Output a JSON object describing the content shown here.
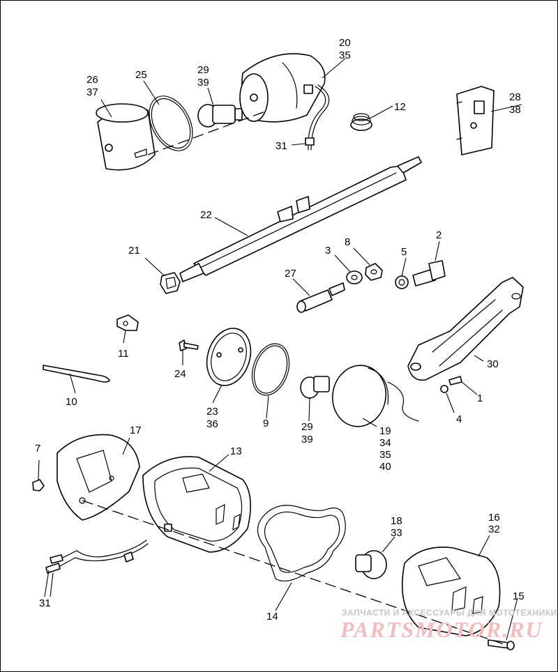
{
  "labels": [
    {
      "id": "20",
      "text": "20"
    },
    {
      "id": "35a",
      "text": "35"
    },
    {
      "id": "26",
      "text": "26"
    },
    {
      "id": "37",
      "text": "37"
    },
    {
      "id": "25",
      "text": "25"
    },
    {
      "id": "29a",
      "text": "29"
    },
    {
      "id": "39a",
      "text": "39"
    },
    {
      "id": "12",
      "text": "12"
    },
    {
      "id": "28",
      "text": "28"
    },
    {
      "id": "38",
      "text": "38"
    },
    {
      "id": "31a",
      "text": "31"
    },
    {
      "id": "22",
      "text": "22"
    },
    {
      "id": "21",
      "text": "21"
    },
    {
      "id": "3",
      "text": "3"
    },
    {
      "id": "8",
      "text": "8"
    },
    {
      "id": "5",
      "text": "5"
    },
    {
      "id": "2",
      "text": "2"
    },
    {
      "id": "27",
      "text": "27"
    },
    {
      "id": "11",
      "text": "11"
    },
    {
      "id": "24",
      "text": "24"
    },
    {
      "id": "10",
      "text": "10"
    },
    {
      "id": "23",
      "text": "23"
    },
    {
      "id": "36",
      "text": "36"
    },
    {
      "id": "9",
      "text": "9"
    },
    {
      "id": "29b",
      "text": "29"
    },
    {
      "id": "39b",
      "text": "39"
    },
    {
      "id": "19",
      "text": "19"
    },
    {
      "id": "34",
      "text": "34"
    },
    {
      "id": "35b",
      "text": "35"
    },
    {
      "id": "40",
      "text": "40"
    },
    {
      "id": "30",
      "text": "30"
    },
    {
      "id": "1",
      "text": "1"
    },
    {
      "id": "4",
      "text": "4"
    },
    {
      "id": "7",
      "text": "7"
    },
    {
      "id": "17",
      "text": "17"
    },
    {
      "id": "13",
      "text": "13"
    },
    {
      "id": "18",
      "text": "18"
    },
    {
      "id": "33",
      "text": "33"
    },
    {
      "id": "16",
      "text": "16"
    },
    {
      "id": "32",
      "text": "32"
    },
    {
      "id": "15",
      "text": "15"
    },
    {
      "id": "14",
      "text": "14"
    },
    {
      "id": "31b",
      "text": "31"
    }
  ],
  "watermark": {
    "caption": "ЗАПЧАСТИ И АКСЕССУАРЫ ДЛЯ МОТОТЕХНИКИ",
    "brand": "PARTSMOTOR.RU"
  }
}
